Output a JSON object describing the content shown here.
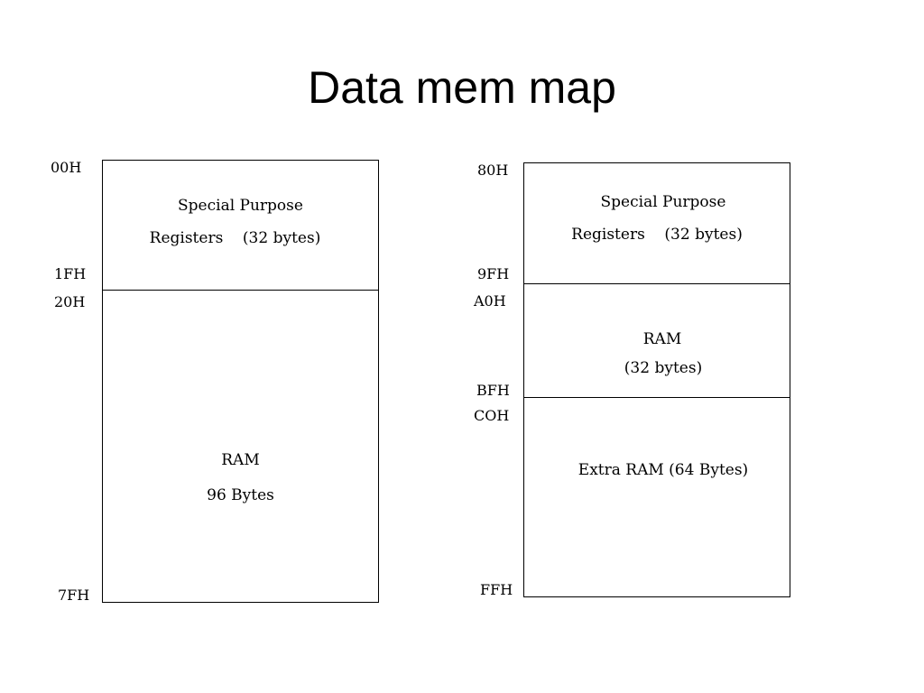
{
  "title": "Data mem map",
  "left_map": {
    "sfr": {
      "line1": "Special Purpose",
      "line2": "Registers    (32 bytes)"
    },
    "ram": {
      "line1": "RAM",
      "line2": "96 Bytes"
    },
    "addresses": {
      "a00": "00H",
      "a1f": "1FH",
      "a20": "20H",
      "a7f": "7FH"
    }
  },
  "right_map": {
    "sfr": {
      "line1": "Special Purpose",
      "line2": "Registers    (32 bytes)"
    },
    "ram": {
      "line1": "RAM",
      "line2": "(32 bytes)"
    },
    "extra_ram": {
      "line1": "Extra RAM (64 Bytes)"
    },
    "addresses": {
      "a80": "80H",
      "a9f": "9FH",
      "aa0": "A0H",
      "abf": "BFH",
      "ac0": "COH",
      "aff": "FFH"
    }
  }
}
